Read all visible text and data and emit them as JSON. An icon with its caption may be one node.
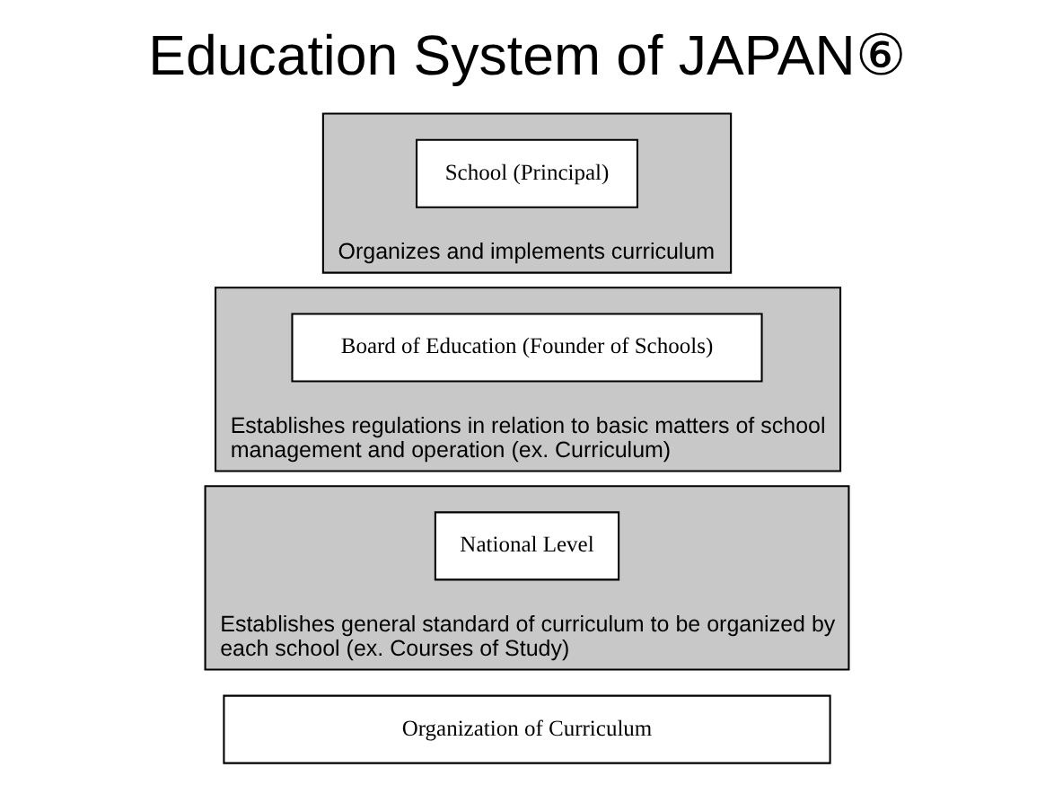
{
  "diagram": {
    "title": "Education System of JAPAN⑥",
    "nodes": [
      {
        "text": [
          "Organization of Curriculum"
        ]
      },
      {
        "text": [
          "Establishes general standard of curriculum to be organized by each school (ex. Courses of Study)"
        ]
      },
      {
        "text": [
          "National Level"
        ],
        "in": 1
      },
      {
        "text": [
          "Establishes regulations in relation to basic matters of school management and operation (ex. Curriculum)"
        ]
      },
      {
        "text": [
          "Board of Education (Founder of Schools)"
        ],
        "in": 3
      },
      {
        "text": [
          "Organizes and implements curriculum"
        ]
      },
      {
        "text": [
          "School (Principal)"
        ],
        "in": 5
      }
    ]
  }
}
